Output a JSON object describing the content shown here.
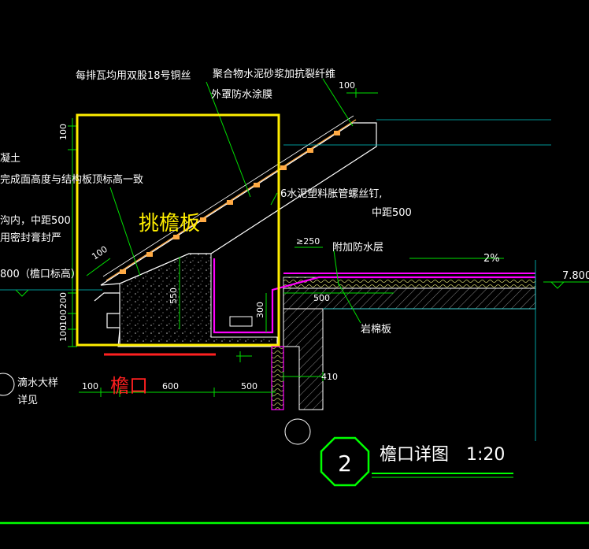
{
  "drawing": {
    "title": "檐口详图",
    "scale": "1:20",
    "detail_number": "2",
    "highlight_label": "挑檐板",
    "eave_label": "檐口"
  },
  "notes": {
    "tile_fixing": "每排瓦均用双股18号铜丝",
    "mortar": "聚合物水泥砂浆加抗裂纤维",
    "coating": "外罩防水涂膜",
    "concrete": "凝土",
    "finish_height": "完成面高度与结构板顶标高一致",
    "groove": "沟内，中距500",
    "sealant": "用密封膏封严",
    "eave_elev": "800（檐口标高）",
    "nail": "6水泥塑料胀管螺丝钉,",
    "nail_spacing": "中距500",
    "waterproof": "附加防水层",
    "slope": "2%",
    "rockwool": "岩棉板",
    "drip_1": "滴水大样",
    "drip_2": "详见",
    "elevation": "7.800"
  },
  "dimensions": {
    "d100_top": "100",
    "d100_v1": "100",
    "d100_v2": "100",
    "d100_v3": "100",
    "d200": "200",
    "d100_slope": "100",
    "d550": "550",
    "d300": "300",
    "d250": "≥250",
    "d500_a": "500",
    "d410": "410",
    "d100_bottom": "100",
    "d600": "600",
    "d500_b": "500"
  },
  "colors": {
    "background": "#000000",
    "line_white": "#ffffff",
    "line_green": "#00ff00",
    "line_cyan": "#00c8c8",
    "highlight_yellow": "#ffee00",
    "label_red": "#ff2020",
    "membrane_magenta": "#ff00ff",
    "dim_green": "#00e000",
    "insulation_olive": "#c8c864"
  }
}
